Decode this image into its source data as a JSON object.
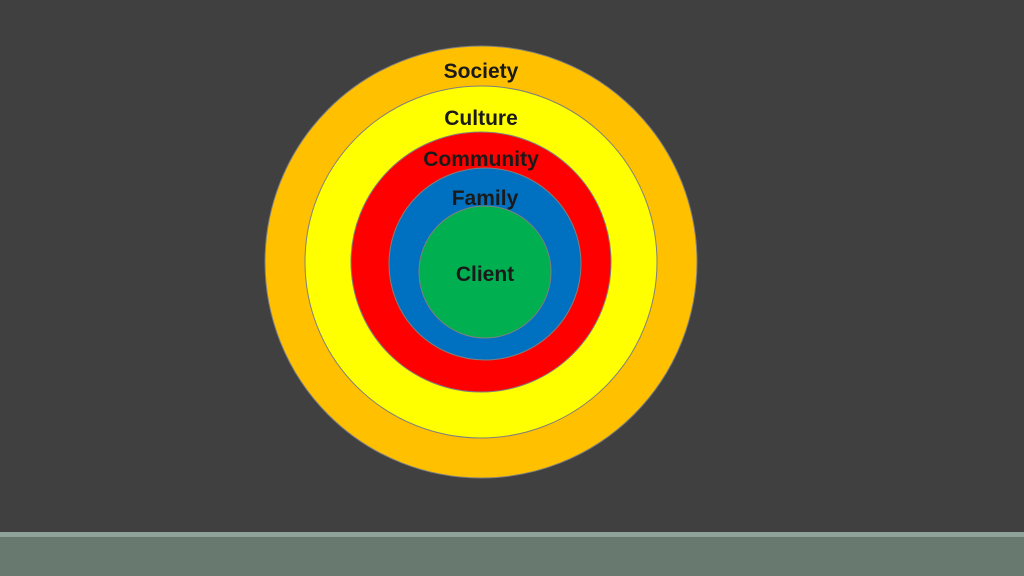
{
  "diagram": {
    "type": "concentric-circles",
    "rings": [
      {
        "label": "Society",
        "fill": "#ffc000",
        "text_color": "#1a1a1a"
      },
      {
        "label": "Culture",
        "fill": "#ffff00",
        "text_color": "#1a1a1a"
      },
      {
        "label": "Community",
        "fill": "#ff0000",
        "text_color": "#1a1a1a"
      },
      {
        "label": "Family",
        "fill": "#0070c0",
        "text_color": "#1a1a1a"
      },
      {
        "label": "Client",
        "fill": "#00b050",
        "text_color": "#1a1a1a"
      }
    ]
  },
  "theme": {
    "background": "#404040",
    "footer_color": "#687a6f",
    "footer_line_color": "#8fa39a"
  }
}
